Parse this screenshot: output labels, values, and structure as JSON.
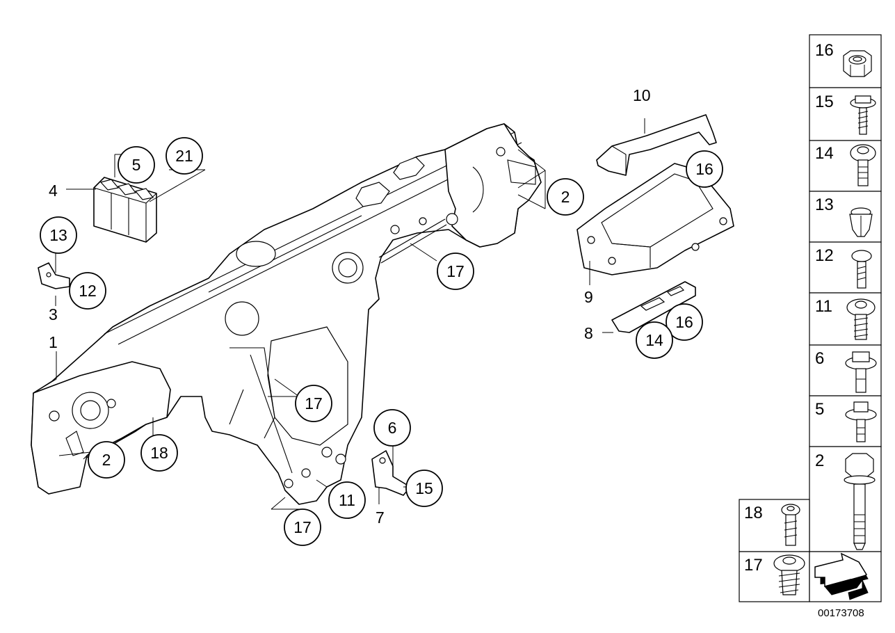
{
  "callouts": {
    "c1": "1",
    "c2a": "2",
    "c2b": "2",
    "c3": "3",
    "c4": "4",
    "c5": "5",
    "c6": "6",
    "c7": "7",
    "c8": "8",
    "c9": "9",
    "c10": "10",
    "c11": "11",
    "c12": "12",
    "c13": "13",
    "c14": "14",
    "c15": "15",
    "c16a": "16",
    "c16b": "16",
    "c17a": "17",
    "c17b": "17",
    "c17c": "17",
    "c18": "18",
    "c21": "21"
  },
  "legend": {
    "l16": "16",
    "l15": "15",
    "l14": "14",
    "l13": "13",
    "l12": "12",
    "l11": "11",
    "l6": "6",
    "l5": "5",
    "l2": "2",
    "l18": "18",
    "l17": "17"
  },
  "diagram_id": "00173708",
  "icons": [
    "arrow-icon",
    "nut-icon",
    "bolt-icon",
    "screw-icon"
  ]
}
